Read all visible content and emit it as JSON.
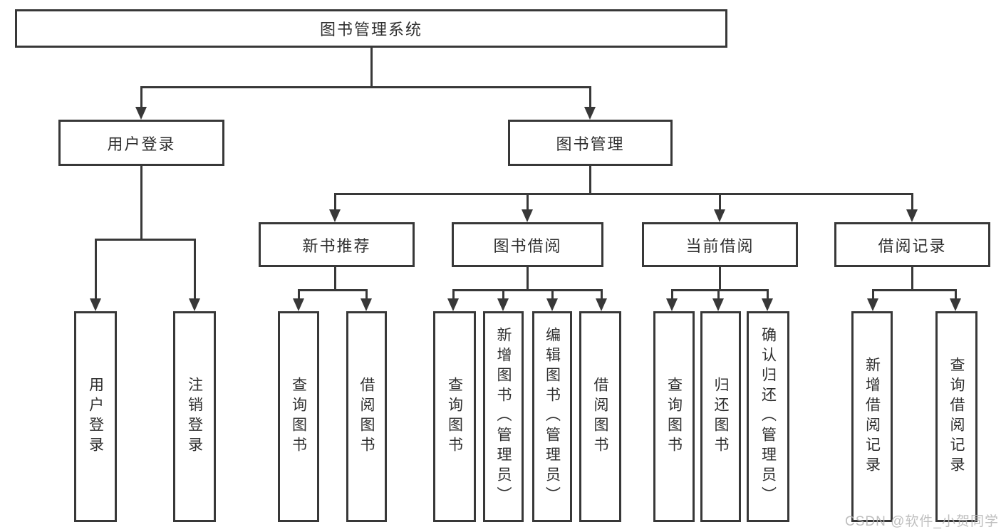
{
  "title": {
    "label": "图书管理系统"
  },
  "branches": {
    "user_login": {
      "label": "用户登录",
      "children": [
        {
          "label": "用户登录"
        },
        {
          "label": "注销登录"
        }
      ]
    },
    "book_mgmt": {
      "label": "图书管理",
      "sections": [
        {
          "label": "新书推荐",
          "children": [
            {
              "label": "查询图书"
            },
            {
              "label": "借阅图书"
            }
          ]
        },
        {
          "label": "图书借阅",
          "children": [
            {
              "label": "查询图书"
            },
            {
              "label": "新增图书（管理员）"
            },
            {
              "label": "编辑图书（管理员）"
            },
            {
              "label": "借阅图书"
            }
          ]
        },
        {
          "label": "当前借阅",
          "children": [
            {
              "label": "查询图书"
            },
            {
              "label": "归还图书"
            },
            {
              "label": "确认归还（管理员）"
            }
          ]
        },
        {
          "label": "借阅记录",
          "children": [
            {
              "label": "新增借阅记录"
            },
            {
              "label": "查询借阅记录"
            }
          ]
        }
      ]
    }
  },
  "watermark": {
    "text": "CSDN @软件_小贺同学"
  },
  "colors": {
    "line": "#383838",
    "text": "#2f2f2f",
    "background": "#ffffff",
    "watermark": "#b4b4b4"
  }
}
